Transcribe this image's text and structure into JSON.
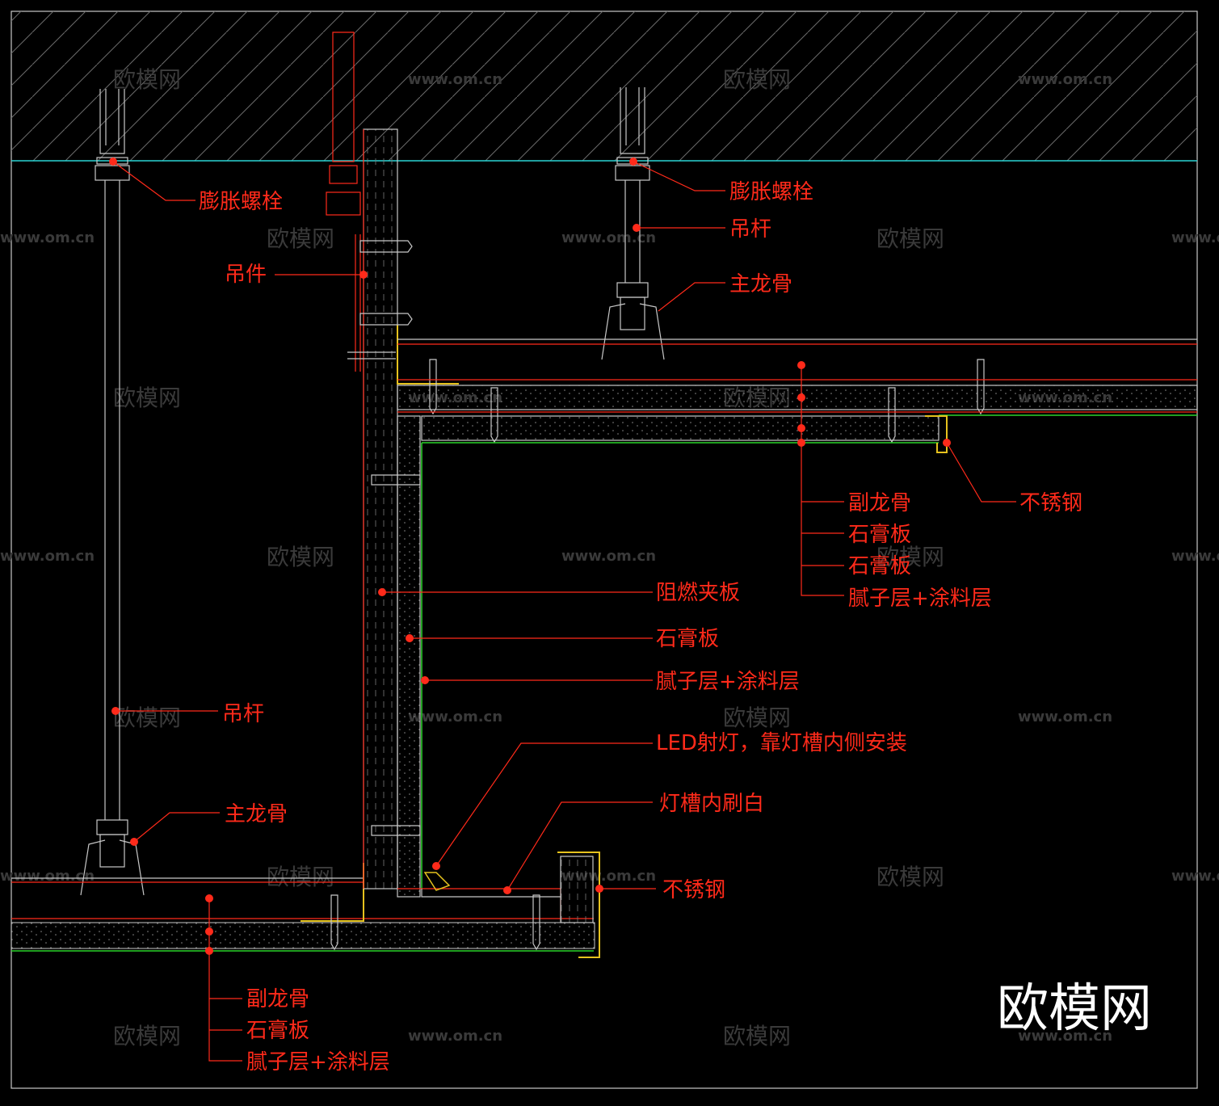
{
  "colors": {
    "background": "#000000",
    "label": "#ff2a1a",
    "leader": "#ff2a1a",
    "outline": "#c8c8c8",
    "ceiling_line": "#2bd4d4",
    "finish_line": "#2bd42b",
    "steel": "#e6c21e"
  },
  "labels": {
    "expansion_bolt_left": "膨胀螺栓",
    "expansion_bolt_right": "膨胀螺栓",
    "hanger_fitting": "吊件",
    "hanger_rod_right": "吊杆",
    "main_keel_right": "主龙骨",
    "main_keel_left": "主龙骨",
    "hanger_rod_left": "吊杆",
    "secondary_keel_right": "副龙骨",
    "gypsum_right_1": "石膏板",
    "gypsum_right_2": "石膏板",
    "putty_right": "腻子层+涂料层",
    "stainless_right": "不锈钢",
    "fire_plywood": "阻燃夹板",
    "gypsum_mid": "石膏板",
    "putty_mid": "腻子层+涂料层",
    "led_light": "LED射灯，靠灯槽内侧安装",
    "trough_white": "灯槽内刷白",
    "stainless_mid": "不锈钢",
    "secondary_keel_bottom": "副龙骨",
    "gypsum_bottom": "石膏板",
    "putty_bottom": "腻子层+涂料层"
  },
  "watermark": {
    "brand": "欧模网",
    "url": "www.om.cn"
  },
  "logo": "欧模网"
}
